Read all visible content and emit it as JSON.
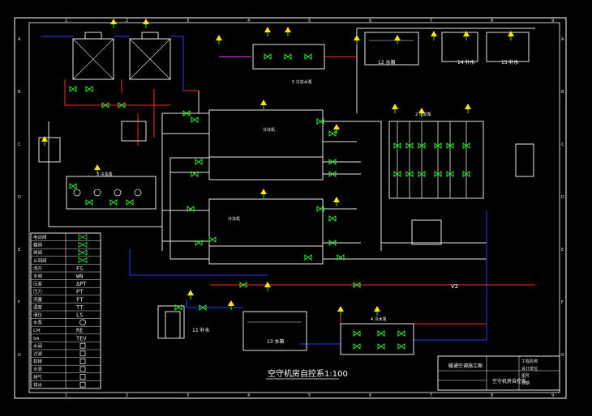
{
  "colors": {
    "background": "#000000",
    "frame": "#ffffff",
    "pipe_white": "#e6e6e6",
    "pipe_red": "#ff2a2a",
    "pipe_blue": "#2a3cff",
    "pipe_magenta": "#ff3cff",
    "valve_green": "#2eea2e",
    "sensor_yellow": "#ffe600",
    "label_yellow": "#ffff00"
  },
  "drawing": {
    "title": "空守机房自控系1:100",
    "tank_12": "12 水箱",
    "tank_11": "11 补水",
    "tank_13": "13 水箱",
    "tank_14_15": [
      "14 补水",
      "15 补水"
    ],
    "chiller_upper": "冷冻机",
    "chiller_lower": "冷冻机",
    "pump_group_5": "5 冷冻水泵",
    "pump_group_2": "2 冷却泵",
    "pump_group_3": "3 冷冻泵",
    "pump_group_4": "4 冷水泵",
    "main_header": "V2"
  },
  "legend": {
    "rows": [
      {
        "name": "电动阀",
        "symbol": "valve"
      },
      {
        "name": "蝶阀",
        "symbol": "butterfly"
      },
      {
        "name": "闸阀",
        "symbol": "gate"
      },
      {
        "name": "止回阀",
        "symbol": "check"
      },
      {
        "name": "流开",
        "symbol": "FS"
      },
      {
        "name": "水阀",
        "symbol": "WN"
      },
      {
        "name": "压差",
        "symbol": "ΔPT"
      },
      {
        "name": "压力",
        "symbol": "PT"
      },
      {
        "name": "流量",
        "symbol": "FT"
      },
      {
        "name": "温度",
        "symbol": "TT"
      },
      {
        "name": "液位",
        "symbol": "LS"
      },
      {
        "name": "水泵",
        "symbol": "pump"
      },
      {
        "name": "CM",
        "symbol": "RE"
      },
      {
        "name": "SA",
        "symbol": "TEV"
      },
      {
        "name": "水阀",
        "symbol": "sq"
      },
      {
        "name": "过滤",
        "symbol": "sq"
      },
      {
        "name": "软接",
        "symbol": "sq"
      },
      {
        "name": "水表",
        "symbol": "sq"
      },
      {
        "name": "排气",
        "symbol": "sq"
      },
      {
        "name": "排水",
        "symbol": "sq"
      }
    ]
  },
  "title_block": {
    "project": "暖通空调施工图",
    "drawing_name": "空守机房自控系",
    "cells": [
      "工程名称",
      "设计单位",
      "图号",
      "日期"
    ]
  },
  "border_numbers": {
    "top": [
      "1",
      "2",
      "3",
      "4",
      "5",
      "6",
      "7",
      "8",
      "9"
    ],
    "side": [
      "A",
      "B",
      "C",
      "D",
      "E",
      "F",
      "G"
    ]
  }
}
